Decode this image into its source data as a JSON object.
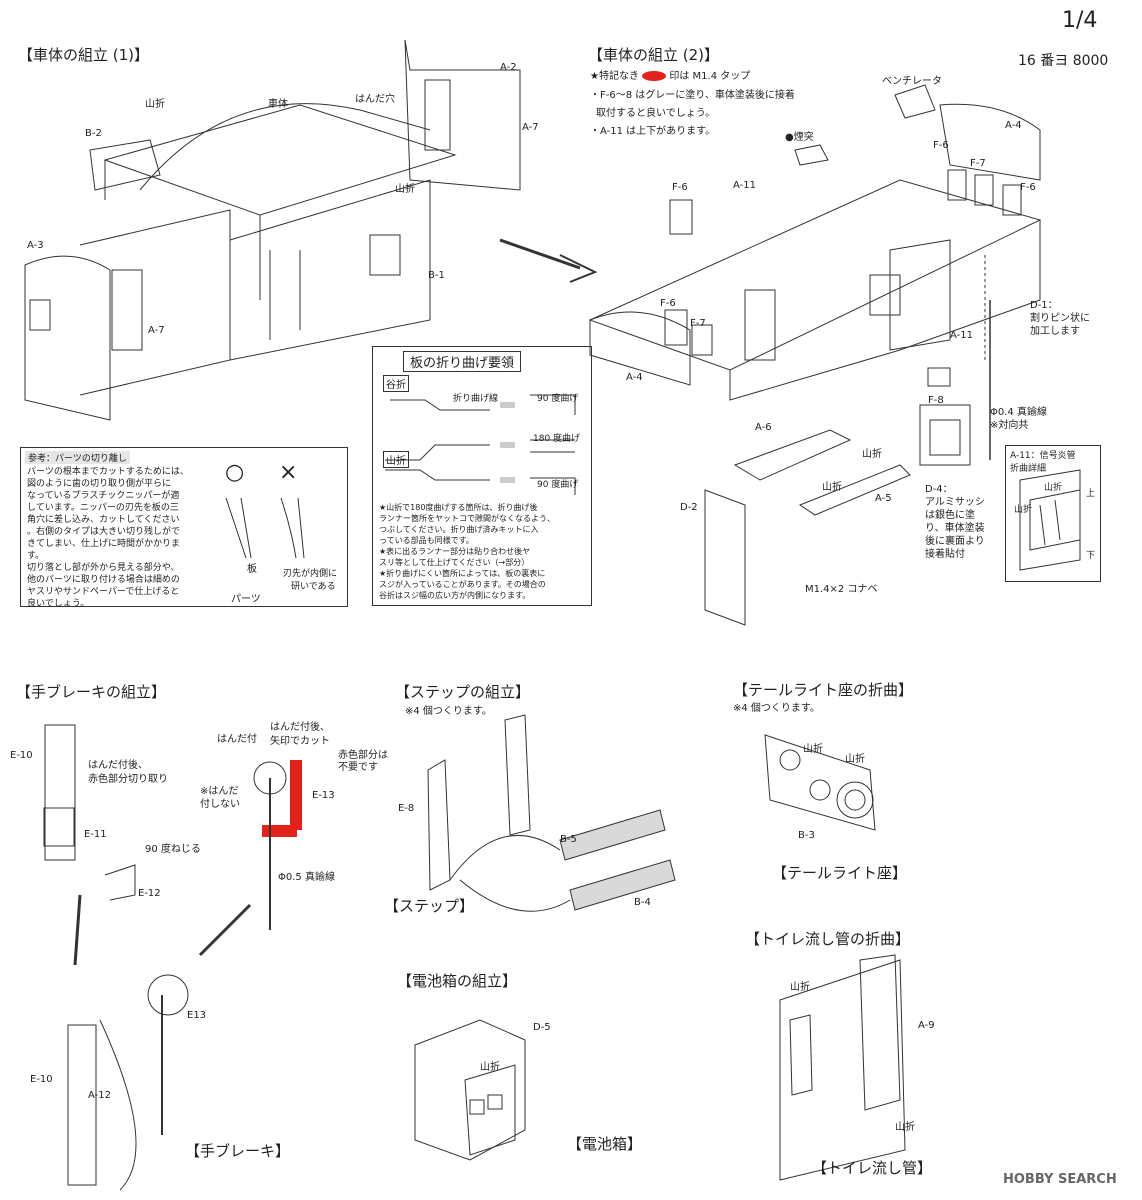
{
  "page": {
    "number": "1/4",
    "model": "16 番ヨ 8000"
  },
  "sec1": {
    "title": "【車体の組立 (1)】",
    "labels": {
      "yamaori1": "山折",
      "shatai": "車体",
      "handa_ana": "はんだ穴",
      "a2": "A-2",
      "b2": "B-2",
      "a7a": "A-7",
      "yamaori2": "山折",
      "a3": "A-3",
      "b1": "B-1",
      "a7b": "A-7"
    }
  },
  "sec2": {
    "title": "【車体の組立 (2)】",
    "note1_a": "★特記なき",
    "note1_b": "印は M1.4 タップ",
    "note2": "・F-6～8 はグレーに塗り、車体塗装後に接着",
    "note2b": "取付すると良いでしょう。",
    "note3": "・A-11 は上下があります。",
    "labels": {
      "ventilator": "ベンチレータ",
      "a4a": "A-4",
      "entotsu": "●煙突",
      "f6a": "F-6",
      "f7a": "F-7",
      "f6b": "F-6",
      "f6c": "F-6",
      "a11a": "A-11",
      "f6d": "F-6",
      "f7b": "F-7",
      "a4b": "A-4",
      "d1": "D-1：",
      "d1b": "割りピン状に",
      "d1c": "加工します",
      "a11b": "A-11",
      "f8": "F-8",
      "wire": "Φ0.4 真鍮線",
      "wire2": "※対向共",
      "a6": "A-6",
      "yamaori3": "山折",
      "yamaori4": "山折",
      "a5": "A-5",
      "d2": "D-2",
      "d4": "D-4：",
      "d4b": "アルミサッシ",
      "d4c": "は銀色に塗",
      "d4d": "り、車体塗装",
      "d4e": "後に裏面より",
      "d4f": "接着貼付",
      "m14": "M1.4×2 コナベ"
    }
  },
  "bend": {
    "title": "板の折り曲げ要領",
    "tani": "谷折",
    "yama": "山折",
    "line": "折り曲げ線",
    "deg90a": "90 度曲げ",
    "deg180": "180 度曲げ",
    "deg90b": "90 度曲げ",
    "notes": [
      "★山折で180度曲げする箇所は、折り曲げ後",
      "ランナー箇所をヤットコで隙間がなくなるよう、",
      "つぶしてください。折り曲げ済みキットに入",
      "っている部品も同様です。",
      "★表に出るランナー部分は貼り合わせ後ヤ",
      "スリ等として仕上げてください（→部分）",
      "★折り曲げにくい箇所によっては、板の裏表に",
      "スジが入っていることがあります。その場合の",
      "谷折はスジ幅の広い方が内側になります。"
    ]
  },
  "ref": {
    "title": "参考：パーツの切り離し",
    "lines": [
      "パーツの根本までカットするためには、",
      "図のように歯の切り取り側が平らに",
      "なっているプラスチックニッパーが適",
      "しています。ニッパーの刃先を板の三",
      "角穴に差し込み、カットしてください",
      "。右側のタイプは大きい切り残しがで",
      "きてしまい、仕上げに時間がかかりま",
      "す。",
      "切り落とし部が外から見える部分や、",
      "他のパーツに取り付ける場合は細めの",
      "ヤスリやサンドペーパーで仕上げると",
      "良いでしょう。"
    ],
    "ok": "○",
    "ng": "×",
    "ita": "板",
    "parts": "パーツ",
    "blade": "刃先が内側に",
    "blade2": "研いである"
  },
  "a11": {
    "title": "A-11：信号炎管",
    "title2": "折曲詳細",
    "yamaori": "山折",
    "ue": "上",
    "shita": "下"
  },
  "brake": {
    "title": "【手ブレーキの組立】",
    "e10a": "E-10",
    "note1": "はんだ付後、",
    "note1b": "赤色部分切り取り",
    "e11": "E-11",
    "neji": "90 度ねじる",
    "e12": "E-12",
    "handatsuke": "はんだ付",
    "note2": "はんだ付後、",
    "note2b": "矢印でカット",
    "red1": "赤色部分は",
    "red1b": "不要です",
    "red2": "※はんだ",
    "red2b": "付しない",
    "e13a": "E-13",
    "wire": "Φ0.5 真鍮線",
    "e13b": "E13",
    "e10b": "E-10",
    "a12": "A-12",
    "caption": "【手ブレーキ】"
  },
  "step": {
    "title": "【ステップの組立】",
    "note": "※4 個つくります。",
    "e8": "E-8",
    "b5": "B-5",
    "b4": "B-4",
    "caption": "【ステップ】"
  },
  "tail": {
    "title": "【テールライト座の折曲】",
    "note": "※4 個つくります。",
    "yamaori1": "山折",
    "yamaori2": "山折",
    "b3": "B-3",
    "caption": "【テールライト座】"
  },
  "toilet": {
    "title": "【トイレ流し管の折曲】",
    "yamaori1": "山折",
    "a9": "A-9",
    "yamaori2": "山折",
    "caption": "【トイレ流し管】"
  },
  "battery": {
    "title": "【電池箱の組立】",
    "d5": "D-5",
    "yamaori": "山折",
    "caption": "【電池箱】"
  },
  "watermark": "HOBBY SEARCH"
}
